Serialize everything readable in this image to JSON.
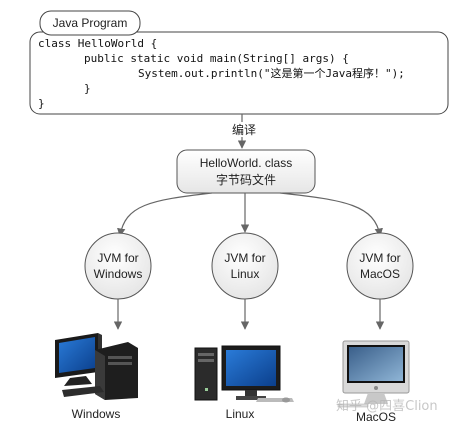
{
  "source": {
    "title": "Java Program",
    "code": [
      "class HelloWorld {",
      "public static void main(String[] args) {",
      "System.out.println(\"这是第一个Java程序！\");",
      "}",
      "}"
    ]
  },
  "compile": {
    "label": "编译"
  },
  "classfile": {
    "lines": [
      "HelloWorld. class",
      "字节码文件"
    ]
  },
  "platforms": [
    {
      "jvm_lines": [
        "JVM for",
        "Windows"
      ],
      "os_label": "Windows",
      "icon": "windows-computer-icon"
    },
    {
      "jvm_lines": [
        "JVM for",
        "Linux"
      ],
      "os_label": "Linux",
      "icon": "linux-computer-icon"
    },
    {
      "jvm_lines": [
        "JVM for",
        "MacOS"
      ],
      "os_label": "MacOS",
      "icon": "mac-computer-icon"
    }
  ],
  "watermark": "知乎 @四喜Clion",
  "colors": {
    "stroke": "#555555",
    "arrow": "#666666",
    "screen_blue": "#1f5fbf"
  }
}
